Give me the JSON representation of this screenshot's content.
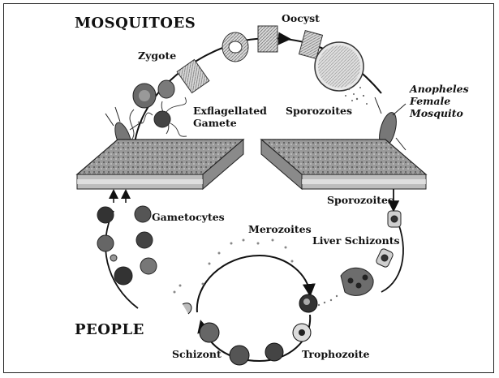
{
  "headers": {
    "mosquitoes": "MOSQUITOES",
    "people": "PEOPLE"
  },
  "stages": {
    "oocyst": "Oocyst",
    "zygote": "Zygote",
    "exflagellated_gamete_line1": "Exflagellated",
    "exflagellated_gamete_line2": "Gamete",
    "sporozoites_mosquito": "Sporozoites",
    "anopheles_line1": "Anopheles",
    "anopheles_line2": "Female",
    "anopheles_line3": "Mosquito",
    "sporozoites_human": "Sporozoites",
    "gametocytes": "Gametocytes",
    "merozoites": "Merozoites",
    "liver_schizonts": "Liver Schizonts",
    "schizont": "Schizont",
    "trophozoite": "Trophozoite"
  },
  "colors": {
    "ink": "#111111",
    "skin": "#8a8a8a",
    "cell": "#555555"
  }
}
